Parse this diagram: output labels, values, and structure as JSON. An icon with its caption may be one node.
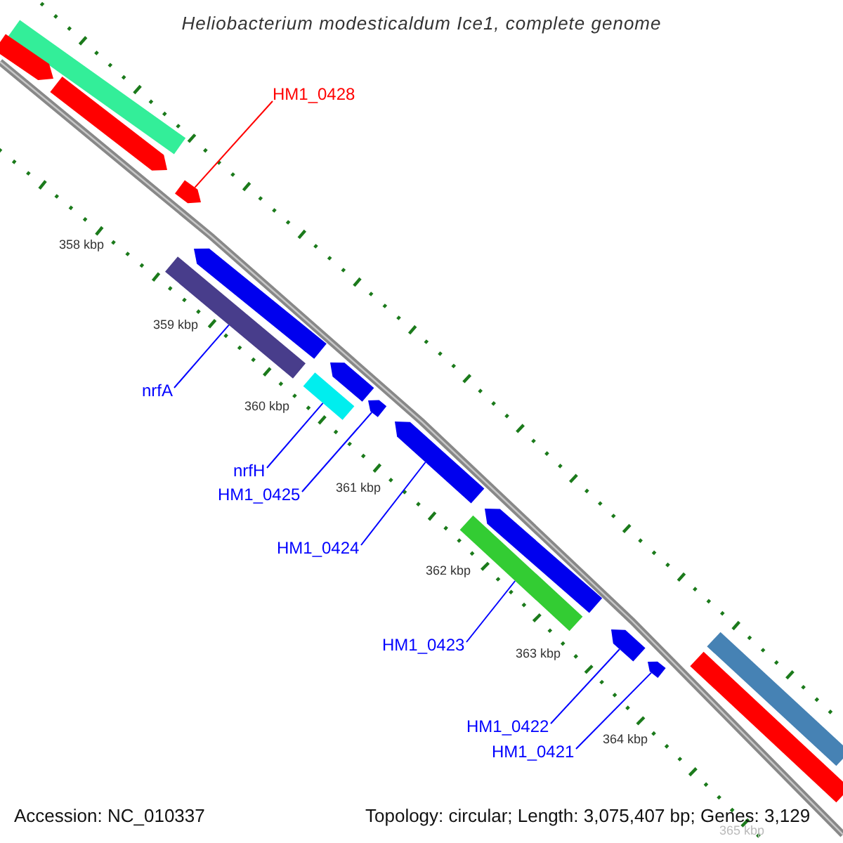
{
  "diagram": {
    "title": "Heliobacterium modesticaldum Ice1, complete genome",
    "nodes": [
      {
        "text": [
          "HM1_0428"
        ]
      },
      {
        "text": [],
        "shape": "bar"
      },
      {
        "text": [
          "nrfA"
        ]
      },
      {
        "text": [],
        "shape": "bar"
      },
      {
        "text": [
          "nrfH"
        ]
      },
      {
        "text": [],
        "shape": "bar"
      },
      {
        "text": [
          "HM1_0425"
        ]
      },
      {
        "text": [],
        "shape": "bar"
      },
      {
        "text": [
          "HM1_0424"
        ]
      },
      {
        "text": [],
        "shape": "bar"
      },
      {
        "text": [
          "HM1_0423"
        ]
      },
      {
        "text": [],
        "shape": "bar"
      },
      {
        "text": [
          "HM1_0422"
        ]
      },
      {
        "text": [],
        "shape": "bar"
      },
      {
        "text": [
          "HM1_0421"
        ]
      },
      {
        "text": [],
        "shape": "bar"
      },
      {
        "text": [],
        "shape": "bar"
      },
      {
        "text": [],
        "shape": "bar"
      },
      {
        "text": [],
        "shape": "bar"
      },
      {
        "text": [],
        "shape": "bar"
      },
      {
        "text": [],
        "shape": "bar"
      },
      {
        "text": [],
        "shape": "bar"
      },
      {
        "text": [],
        "shape": "bar"
      },
      {
        "text": [],
        "shape": "bar"
      }
    ],
    "edges": [
      {
        "from": 0,
        "to": 1,
        "arrow": "none",
        "color": "#ff0000"
      },
      {
        "from": 2,
        "to": 3,
        "arrow": "none"
      },
      {
        "from": 4,
        "to": 5,
        "arrow": "none"
      },
      {
        "from": 6,
        "to": 7,
        "arrow": "none"
      },
      {
        "from": 8,
        "to": 9,
        "arrow": "none"
      },
      {
        "from": 10,
        "to": 11,
        "arrow": "none"
      },
      {
        "from": 12,
        "to": 13,
        "arrow": "none"
      },
      {
        "from": 14,
        "to": 15,
        "arrow": "none"
      }
    ],
    "labels": [
      "358 kbp",
      "359 kbp",
      "360 kbp",
      "361 kbp",
      "362 kbp",
      "363 kbp",
      "364 kbp",
      "365 kbp",
      "Accession: NC_010337",
      "Topology: circular; Length: 3,075,407 bp; Genes: 3,129"
    ]
  }
}
